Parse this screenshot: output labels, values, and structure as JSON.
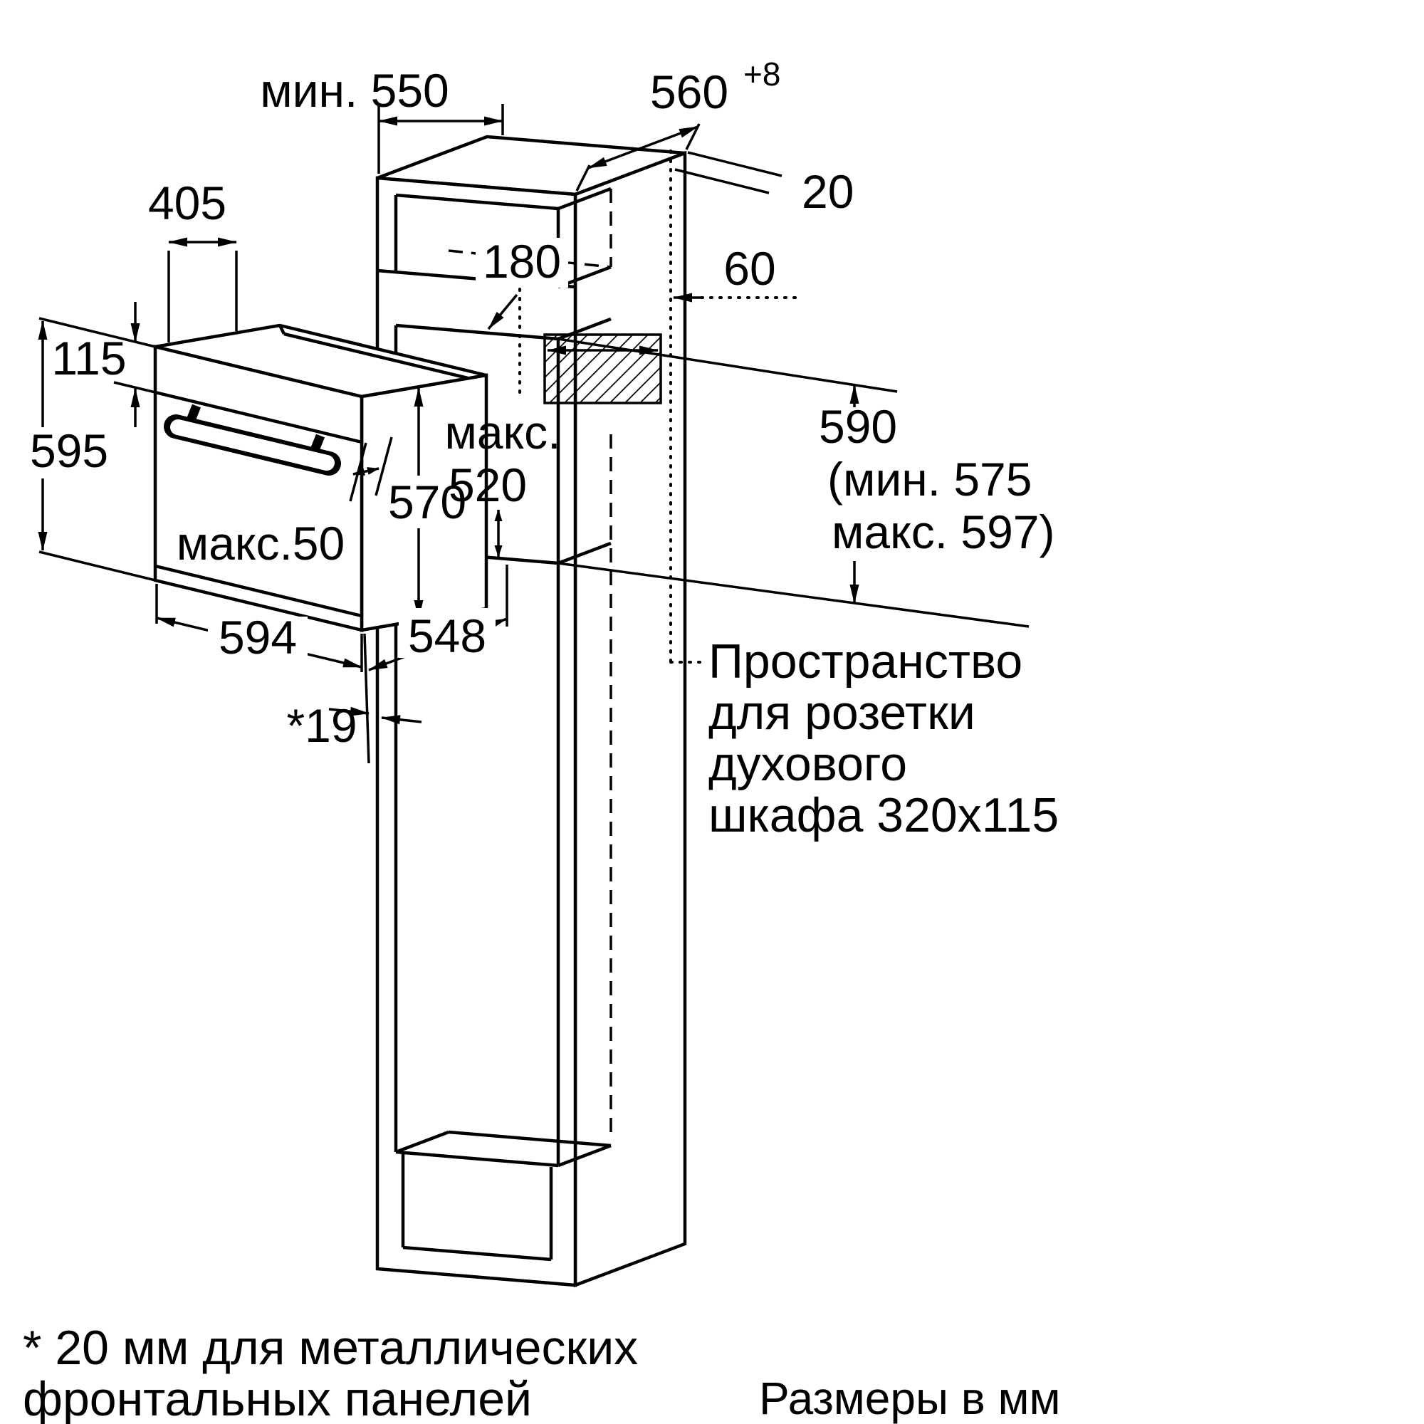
{
  "page": {
    "background": "#ffffff",
    "line_color": "#000000"
  },
  "labels": {
    "niche_width_min": "мин. 550",
    "niche_depth": "560",
    "niche_depth_tolerance": "+8",
    "panel_thickness": "20",
    "top_dim_405": "405",
    "control_panel_height": "115",
    "oven_height": "595",
    "dim_180": "180",
    "dim_60": "60",
    "maks_label": "макс.",
    "dim_520": "520",
    "dim_570": "570",
    "handle_max": "макс.50",
    "oven_width": "594",
    "oven_depth": "548",
    "gap_19": "*19",
    "niche_height": "590",
    "niche_height_min": "(мин. 575",
    "niche_height_max": "макс. 597)",
    "socket_note_1": "Пространство",
    "socket_note_2": "для розетки",
    "socket_note_3": "духового",
    "socket_note_4": "шкафа 320x115",
    "footnote_1": "* 20 мм для металлических",
    "footnote_2": "фронтальных панелей",
    "units": "Размеры в мм"
  }
}
